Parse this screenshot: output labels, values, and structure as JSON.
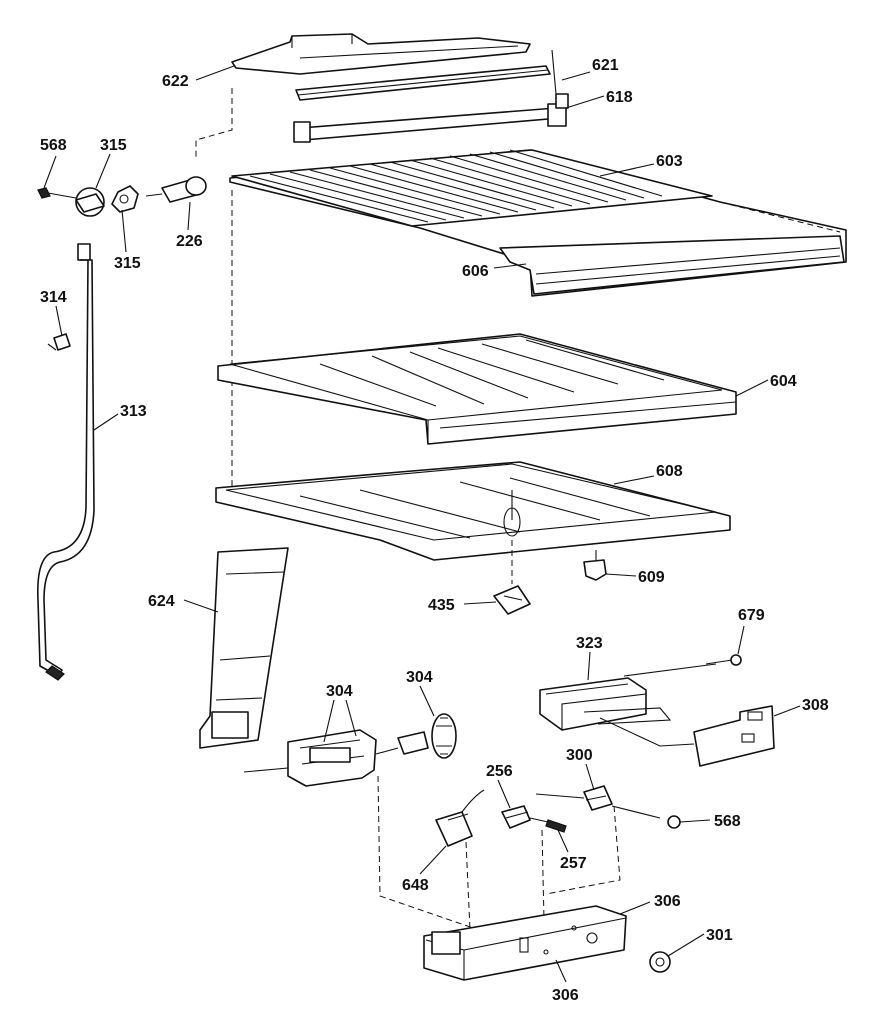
{
  "callouts": {
    "p622": "622",
    "p621": "621",
    "p618": "618",
    "p568_top": "568",
    "p315_top": "315",
    "p315_bottom": "315",
    "p226": "226",
    "p603": "603",
    "p606": "606",
    "p314": "314",
    "p313": "313",
    "p604": "604",
    "p608": "608",
    "p609": "609",
    "p435": "435",
    "p624": "624",
    "p679": "679",
    "p323": "323",
    "p304_left": "304",
    "p304_right": "304",
    "p308": "308",
    "p256": "256",
    "p300": "300",
    "p568_right": "568",
    "p257": "257",
    "p648": "648",
    "p306_top": "306",
    "p301": "301",
    "p306_bottom": "306"
  }
}
